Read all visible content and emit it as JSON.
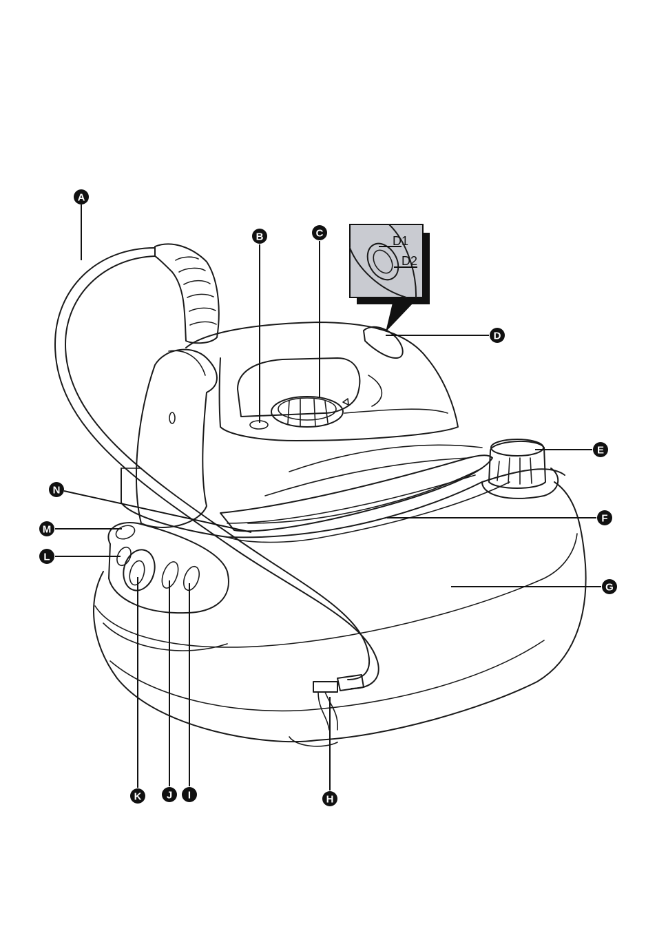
{
  "callouts": {
    "A": "A",
    "B": "B",
    "C": "C",
    "D": "D",
    "E": "E",
    "F": "F",
    "G": "G",
    "H": "H",
    "I": "I",
    "J": "J",
    "K": "K",
    "L": "L",
    "M": "M",
    "N": "N"
  },
  "inset": {
    "d1": "D1",
    "d2": "D2"
  },
  "colors": {
    "ink": "#111111",
    "inset_fill": "#c9cbd1",
    "shadow": "#111111"
  }
}
